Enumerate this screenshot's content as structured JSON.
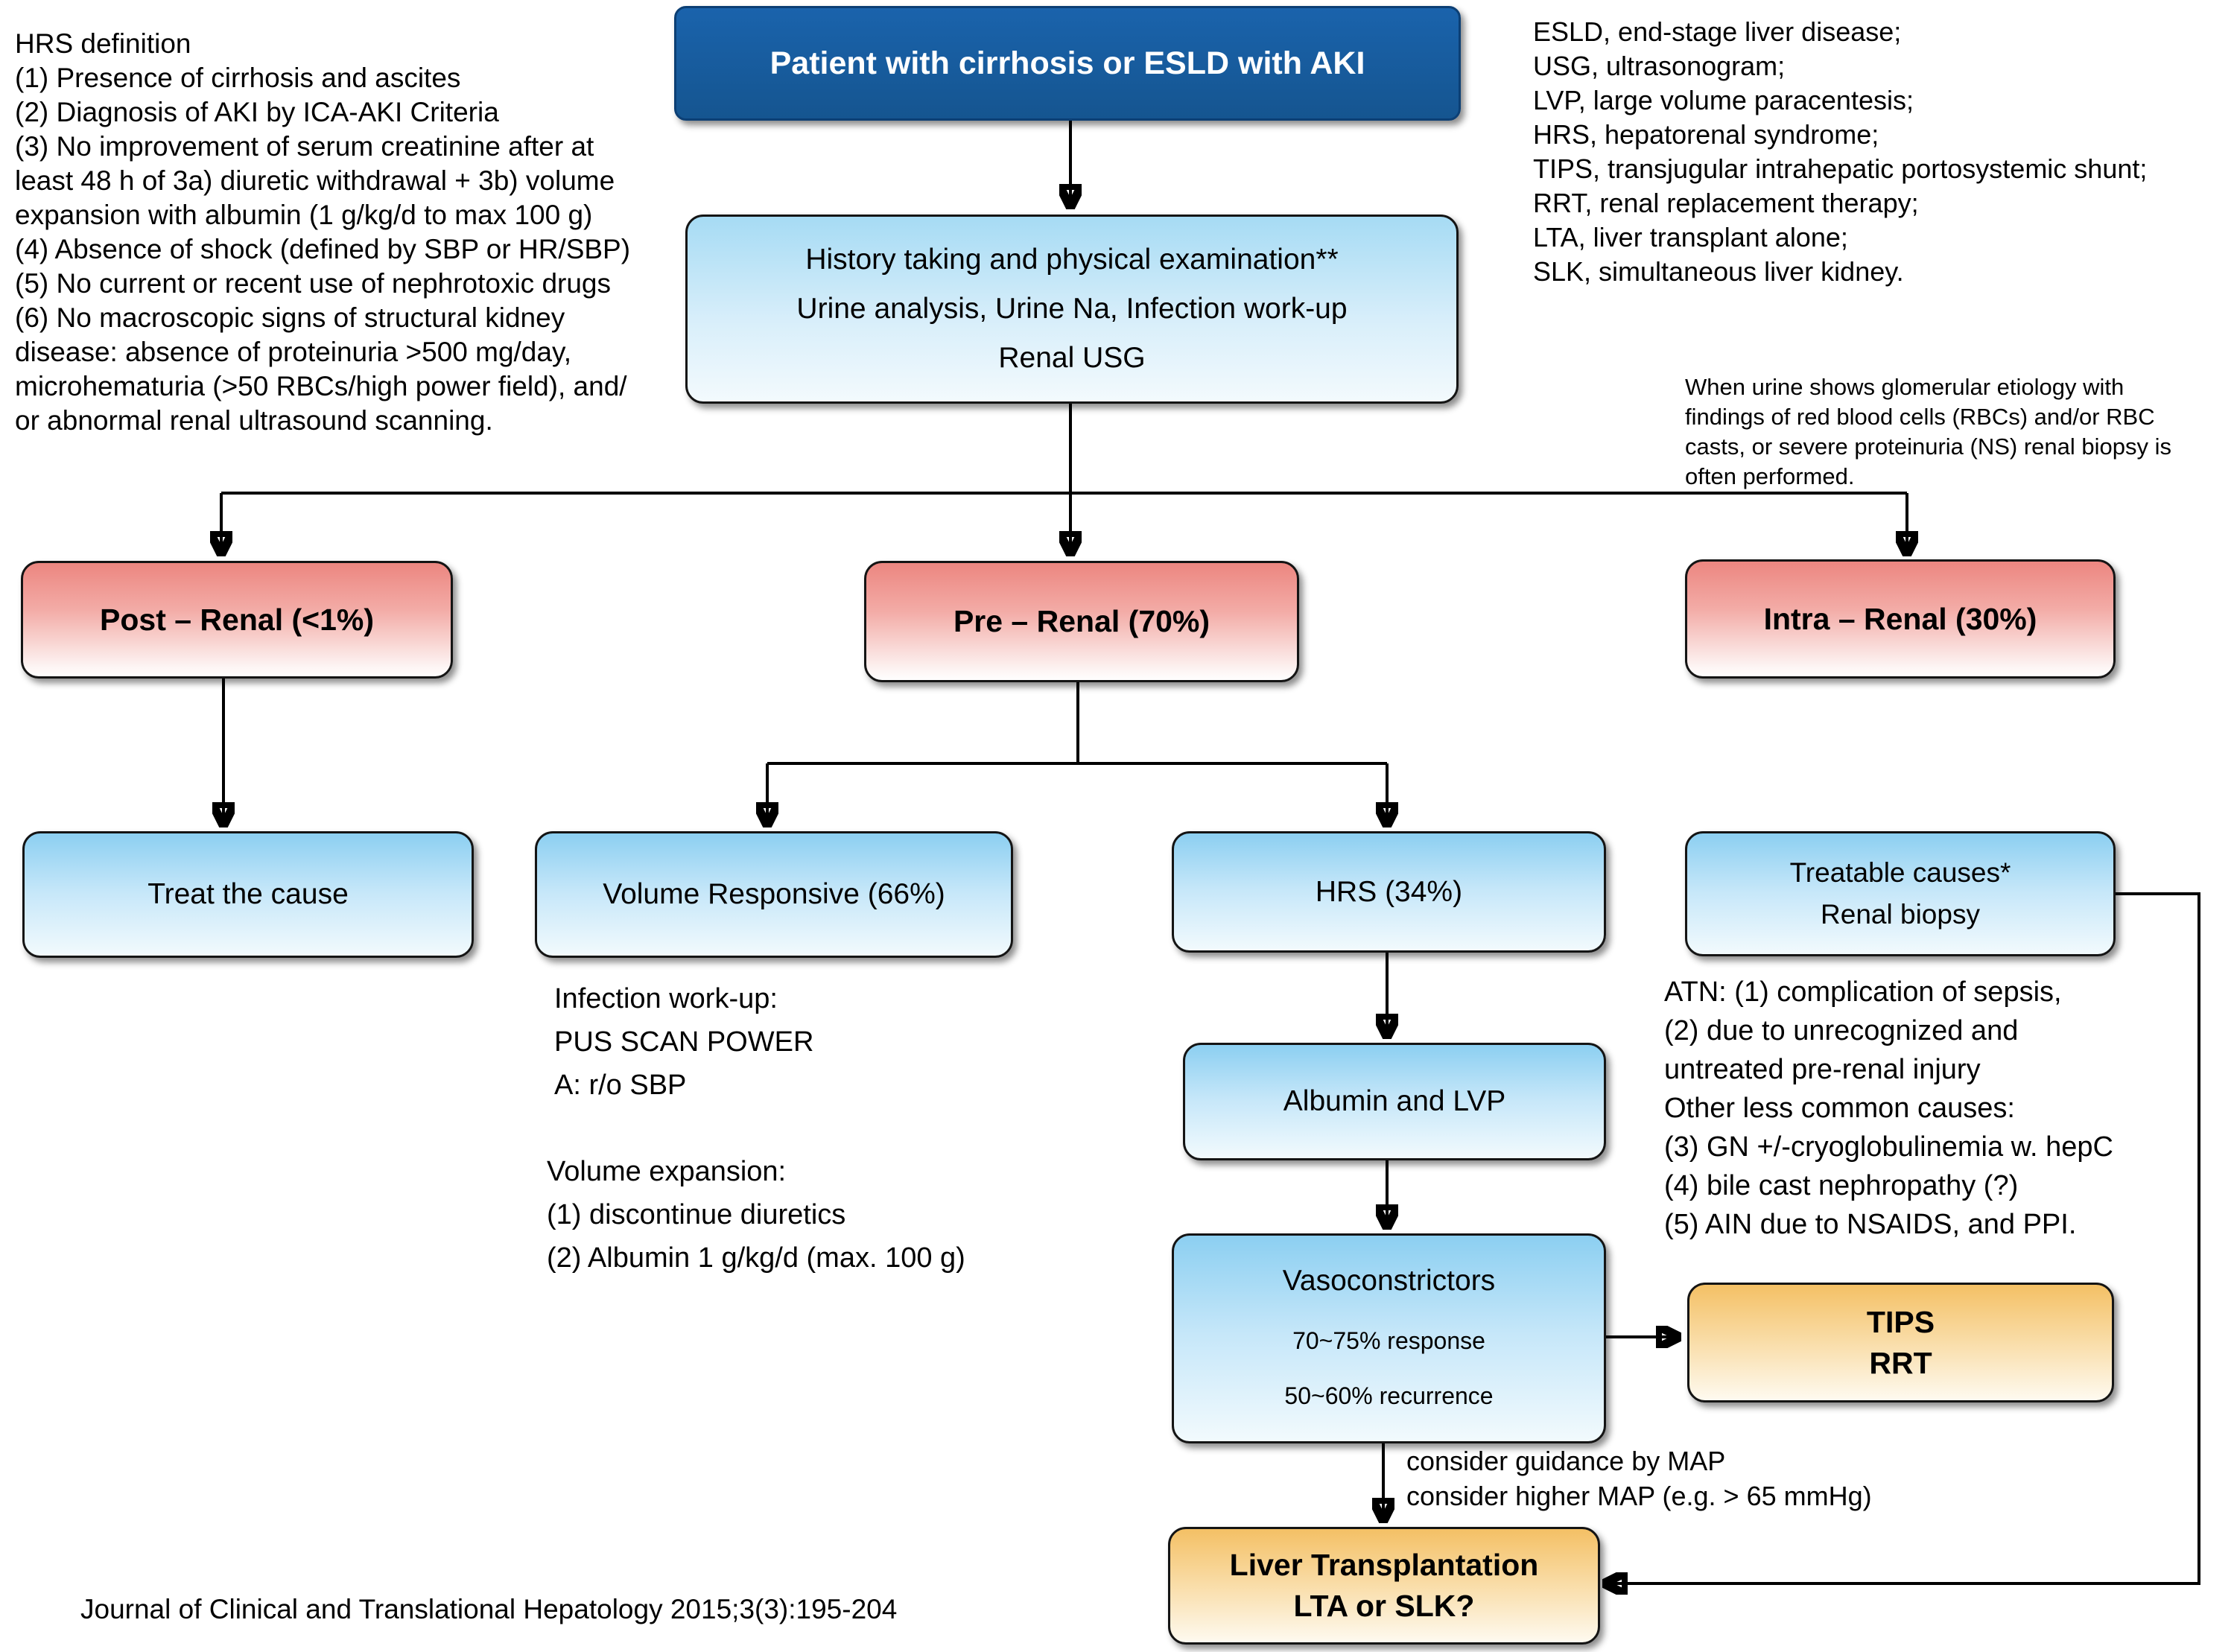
{
  "figure": {
    "description": "Flowchart for evaluation and management of AKI in patients with cirrhosis or ESLD",
    "citation": "Journal of Clinical and Translational Hepatology 2015;3(3):195-204"
  },
  "colors": {
    "node_dark_blue": "#17579C",
    "node_red_top": "#EC8680",
    "node_blue_top": "#8CCFF1",
    "node_orange_top": "#F4C065",
    "connector_line": "#000000"
  },
  "annotations": {
    "hrs_definition": "HRS definition\n(1) Presence of cirrhosis and ascites\n(2) Diagnosis of AKI by ICA-AKI Criteria\n(3) No improvement of serum creatinine after at\nleast 48 h of 3a) diuretic withdrawal + 3b) volume\nexpansion with albumin (1 g/kg/d to max 100 g)\n(4) Absence of shock (defined by SBP or HR/SBP)\n(5) No current or recent use of nephrotoxic drugs\n(6) No macroscopic signs of structural kidney\ndisease: absence of proteinuria >500 mg/day,\nmicrohematuria (>50 RBCs/high power field), and/\nor abnormal renal ultrasound scanning.",
    "abbreviations": "ESLD, end-stage liver disease;\nUSG, ultrasonogram;\nLVP, large volume paracentesis;\nHRS, hepatorenal syndrome;\nTIPS, transjugular intrahepatic portosystemic shunt;\nRRT, renal replacement therapy;\nLTA, liver transplant alone;\nSLK, simultaneous liver kidney.",
    "renal_biopsy_note": "When urine shows glomerular etiology with\nfindings of red blood cells (RBCs) and/or RBC\ncasts, or severe proteinuria (NS) renal biopsy is\noften performed.",
    "infection_workup": "Infection work-up:\nPUS SCAN POWER\nA: r/o SBP",
    "volume_expansion": "Volume expansion:\n(1) discontinue diuretics\n(2) Albumin 1 g/kg/d (max. 100 g)",
    "atn_note": "ATN: (1) complication of sepsis,\n(2) due to unrecognized and\nuntreated pre-renal injury\nOther less common causes:\n(3) GN +/-cryoglobulinemia w. hepC\n(4) bile cast nephropathy (?)\n(5) AIN due to NSAIDS, and PPI.",
    "map_note": "consider guidance by MAP\nconsider higher MAP (e.g. > 65 mmHg)",
    "citation": "Journal of Clinical and Translational Hepatology 2015;3(3):195-204"
  },
  "nodes": {
    "patient": {
      "label": "Patient with cirrhosis or ESLD with AKI"
    },
    "workup": {
      "label": "History taking and physical examination**\nUrine analysis, Urine Na, Infection work-up\nRenal USG"
    },
    "post_renal": {
      "label": "Post – Renal (<1%)"
    },
    "pre_renal": {
      "label": "Pre – Renal (70%)"
    },
    "intra_renal": {
      "label": "Intra – Renal (30%)"
    },
    "treat_cause": {
      "label": "Treat the cause"
    },
    "volume_responsive": {
      "label": "Volume Responsive (66%)"
    },
    "hrs": {
      "label": "HRS (34%)"
    },
    "treatable_causes": {
      "label": "Treatable causes*\nRenal biopsy"
    },
    "albumin_lvp": {
      "label": "Albumin and LVP"
    },
    "vasoconstrictors": {
      "title": "Vasoconstrictors",
      "line1": "70~75% response",
      "line2": "50~60% recurrence"
    },
    "tips_rrt": {
      "label": "TIPS\nRRT"
    },
    "liver_transplant": {
      "label": "Liver Transplantation\nLTA or SLK?"
    }
  }
}
